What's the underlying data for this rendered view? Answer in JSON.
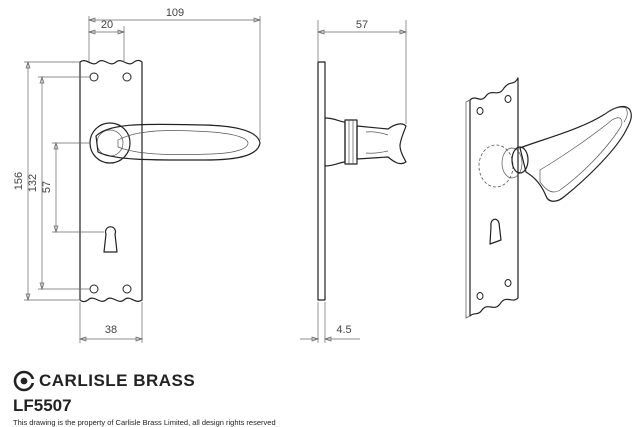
{
  "dimensions": {
    "overall_width": "109",
    "rose_offset": "20",
    "plate_height": "156",
    "fixing_centres": "132",
    "lever_to_keyhole": "57",
    "plate_width": "38",
    "projection": "57",
    "plate_thickness": "4.5"
  },
  "brand": {
    "name": "CARLISLE BRASS",
    "logo_icon": "carlisle-c-logo-icon",
    "product_code": "LF5507",
    "notice": "This drawing is the property of Carlisle Brass Limited, all design rights reserved"
  }
}
